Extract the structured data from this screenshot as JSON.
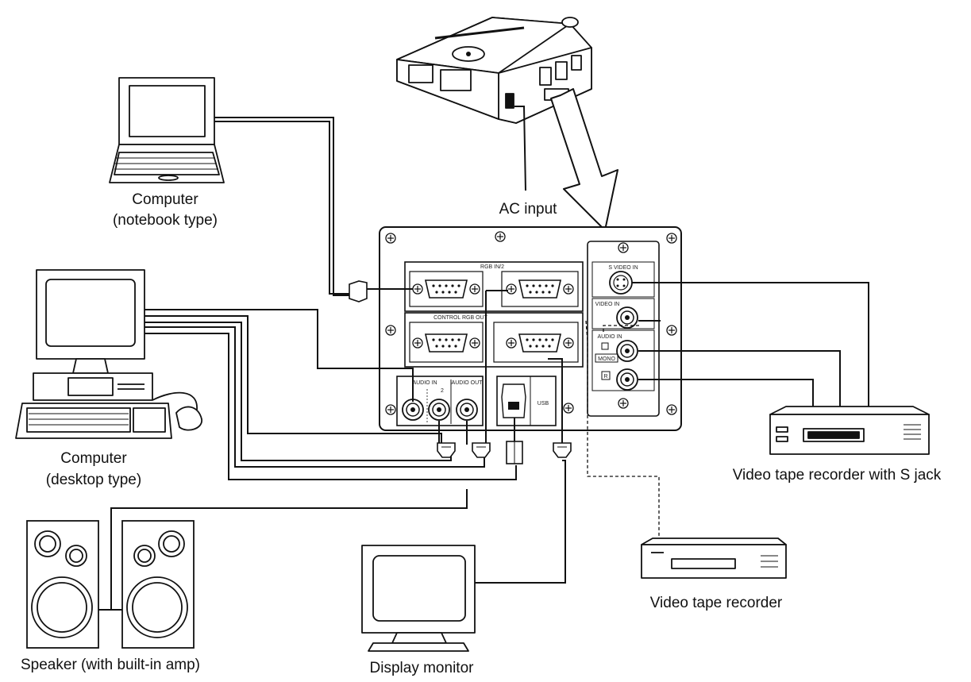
{
  "labels": {
    "notebook_line1": "Computer",
    "notebook_line2": "(notebook type)",
    "desktop_line1": "Computer",
    "desktop_line2": "(desktop type)",
    "ac_input": "AC input",
    "vcr_s": "Video tape recorder with S jack",
    "vcr": "Video tape recorder",
    "speaker": "Speaker (with built-in amp)",
    "display": "Display monitor"
  },
  "panel": {
    "rgb_in": "RGB IN/2",
    "control_rgb_out": "CONTROL RGB OUT",
    "svideo_in": "S VIDEO IN",
    "video_in": "VIDEO IN",
    "audio_in": "AUDIO IN",
    "mono": "MONO",
    "r": "R",
    "audio_in_12": "AUDIO IN",
    "audio_in_2": "2",
    "audio_out": "AUDIO OUT",
    "usb": "USB"
  }
}
